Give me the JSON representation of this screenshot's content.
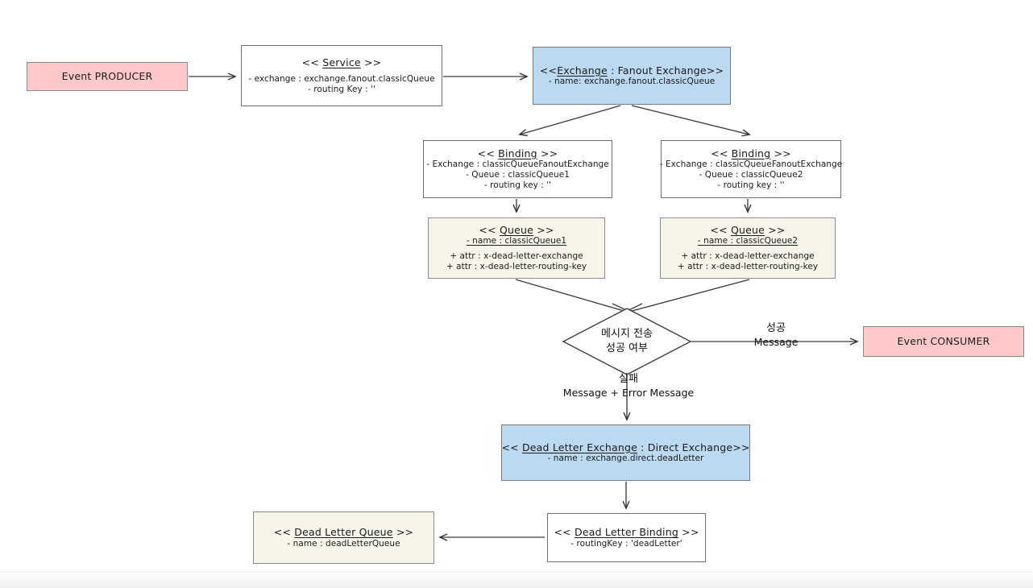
{
  "diagram": {
    "title": "RabbitMQ Fanout Exchange with Dead Letter flow",
    "colors": {
      "producer_fill": "#FFC9C9",
      "consumer_fill": "#FFC9C9",
      "exchange_fill": "#BCD9F2",
      "queue_fill": "#F7F5EA",
      "plain_fill": "#FFFFFF",
      "border": "#808080",
      "line": "#3a3a3a"
    }
  },
  "nodes": {
    "producer": {
      "label": "Event PRODUCER"
    },
    "service": {
      "stereotype_open": "<< ",
      "name": "Service",
      "stereotype_close": " >>",
      "attr1": "- exchange : exchange.fanout.classicQueue",
      "attr2": "- routing Key : ''"
    },
    "exchange": {
      "stereotype_open": "<<",
      "name": "Exchange",
      "stereotype_close": " : Fanout Exchange>>",
      "attr1": "- name: exchange.fanout.classicQueue"
    },
    "binding1": {
      "stereotype_open": "<< ",
      "name": "Binding",
      "stereotype_close": " >>",
      "attr1": "- Exchange : classicQueueFanoutExchange",
      "attr2": "- Queue : classicQueue1",
      "attr3": "- routing key : ''"
    },
    "binding2": {
      "stereotype_open": "<< ",
      "name": "Binding",
      "stereotype_close": " >>",
      "attr1": "- Exchange : classicQueueFanoutExchange",
      "attr2": "- Queue : classicQueue2",
      "attr3": "- routing key : ''"
    },
    "queue1": {
      "stereotype_open": "<< ",
      "name": "Queue",
      "stereotype_close": " >>",
      "attr_name": "- name : classicQueue1",
      "attr1": "+ attr : x-dead-letter-exchange",
      "attr2": "+ attr : x-dead-letter-routing-key"
    },
    "queue2": {
      "stereotype_open": "<< ",
      "name": "Queue",
      "stereotype_close": " >>",
      "attr_name": "- name : classicQueue2",
      "attr1": "+ attr : x-dead-letter-exchange",
      "attr2": "+ attr : x-dead-letter-routing-key"
    },
    "decision": {
      "line1": "메시지 전송",
      "line2": "성공 여부"
    },
    "consumer": {
      "label": "Event CONSUMER"
    },
    "dead_letter_exchange": {
      "stereotype_open": "<< ",
      "name": "Dead Letter Exchange",
      "stereotype_close": " : Direct Exchange>>",
      "attr1": "- name : exchange.direct.deadLetter"
    },
    "dead_letter_binding": {
      "stereotype_open": "<< ",
      "name": "Dead Letter Binding",
      "stereotype_close": " >>",
      "attr1": "- routingKey : 'deadLetter'"
    },
    "dead_letter_queue": {
      "stereotype_open": "<< ",
      "name": "Dead Letter Queue",
      "stereotype_close": " >>",
      "attr1": "- name : deadLetterQueue"
    }
  },
  "edge_labels": {
    "success": {
      "ko": "성공",
      "en": "Message"
    },
    "failure": {
      "ko": "실패",
      "en": "Message + Error Message"
    }
  }
}
